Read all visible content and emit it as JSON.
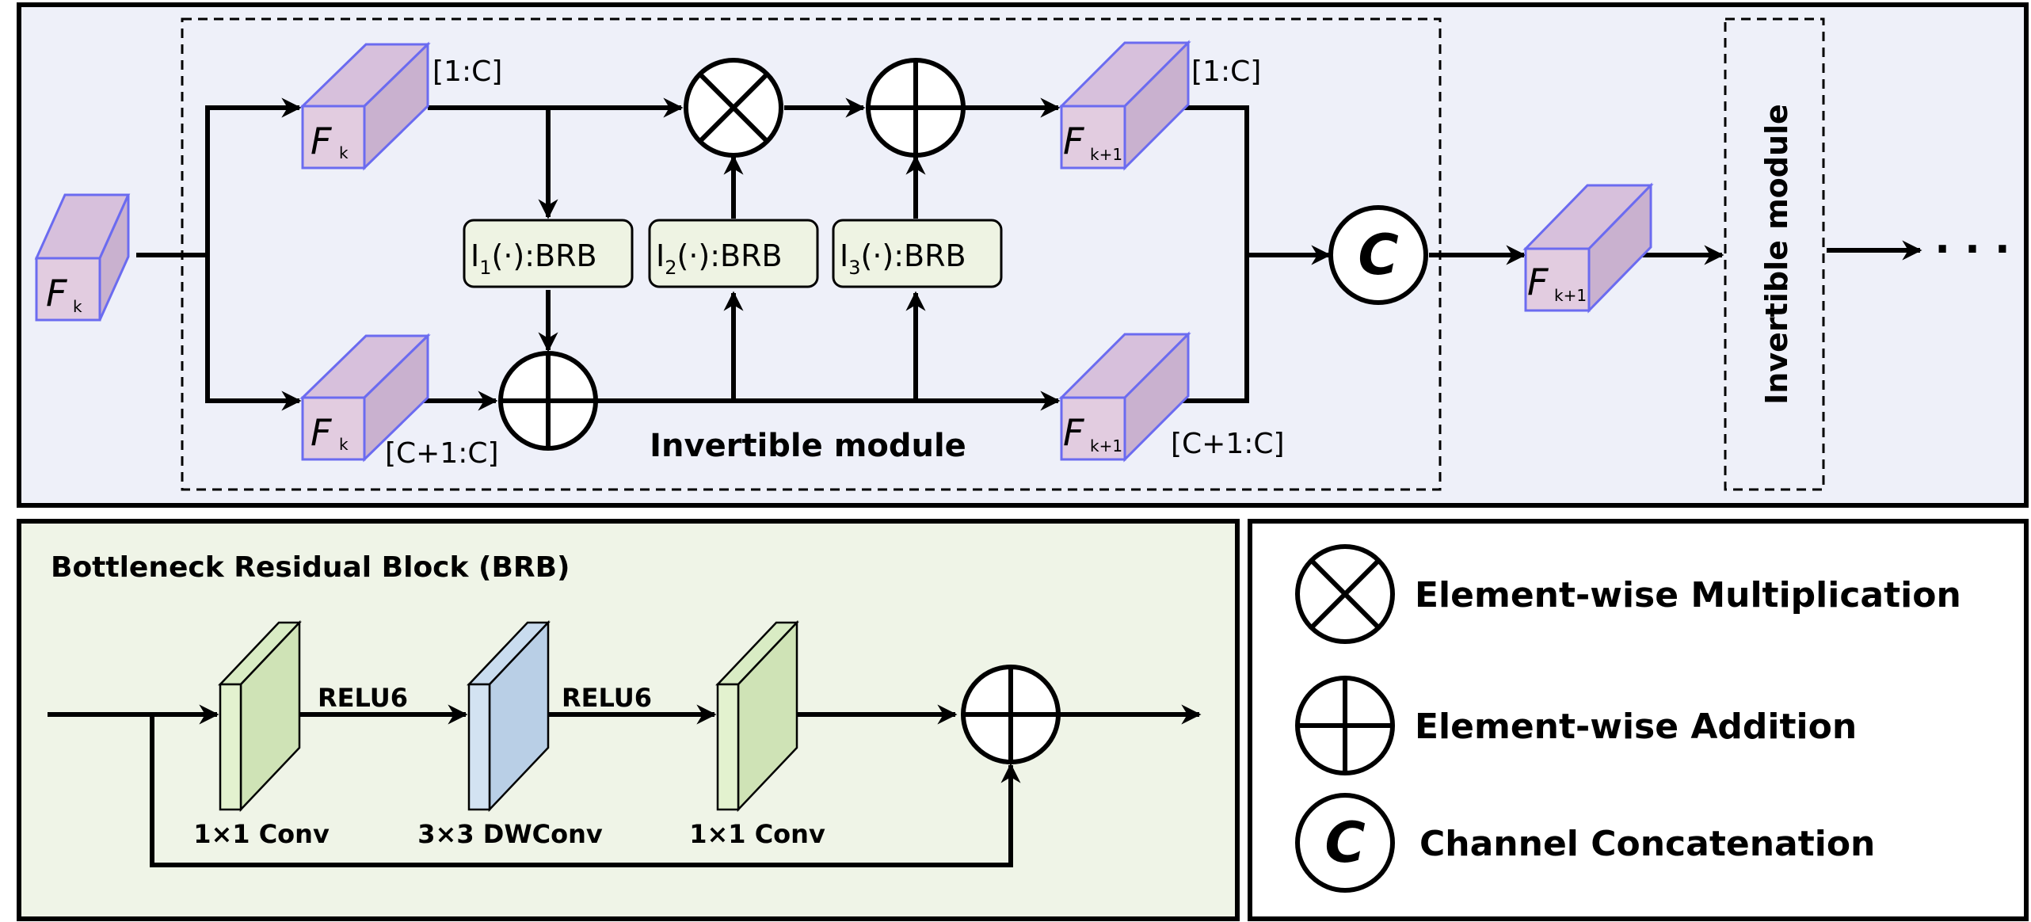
{
  "top": {
    "input_label": "F",
    "input_sub": "k",
    "module_label": "Invertible module",
    "second_module_label": "Invertible module",
    "ellipsis": "· · ·",
    "upper_in": {
      "label": "F",
      "sub": "k",
      "range": "[1:C]"
    },
    "lower_in": {
      "label": "F",
      "sub": "k",
      "range": "[C+1:C]"
    },
    "upper_out": {
      "label": "F",
      "sub": "k+1",
      "range": "[1:C]"
    },
    "lower_out": {
      "label": "F",
      "sub": "k+1",
      "range": "[C+1:C]"
    },
    "output": {
      "label": "F",
      "sub": "k+1"
    },
    "brb_boxes": [
      {
        "name": "I",
        "sub": "1",
        "rest": "(·):BRB"
      },
      {
        "name": "I",
        "sub": "2",
        "rest": "(·):BRB"
      },
      {
        "name": "I",
        "sub": "3",
        "rest": "(·):BRB"
      }
    ],
    "concat_symbol": "C"
  },
  "brb_panel": {
    "title": "Bottleneck Residual Block (BRB)",
    "layers": [
      {
        "caption": "1×1  Conv",
        "color": "#cfe3b6"
      },
      {
        "caption": "3×3  DWConv",
        "color": "#b9cfe6"
      },
      {
        "caption": "1×1  Conv",
        "color": "#cfe3b6"
      }
    ],
    "activations": [
      "RELU6",
      "RELU6"
    ]
  },
  "legend": {
    "items": [
      {
        "symbol": "multiply",
        "label": "Element-wise  Multiplication"
      },
      {
        "symbol": "add",
        "label": "Element-wise  Addition"
      },
      {
        "symbol": "concat",
        "label": "Channel  Concatenation"
      }
    ],
    "concat_symbol": "C"
  },
  "colors": {
    "top_panel_bg": "#eef0f9",
    "module_bg": "#f4f4f4",
    "brb_panel_bg": "#eff4e7",
    "legend_bg": "#ffffff",
    "cube_fill": "#e2cce0",
    "cube_border": "#6b6bf0",
    "conv_layer": "#cfe3b6",
    "dwconv_layer": "#b9cfe6"
  }
}
